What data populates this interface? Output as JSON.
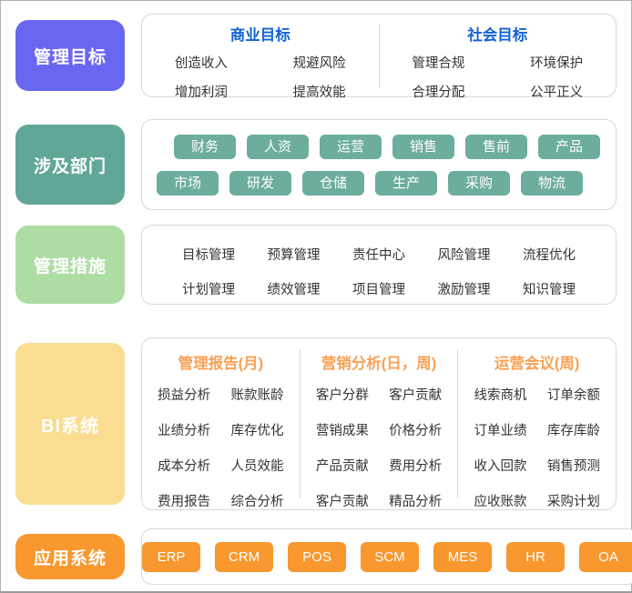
{
  "colors": {
    "goals_label_purple": "#6967f0",
    "goal_title_blue": "#1163d5",
    "departments_teal": "#61a797",
    "dept_tag_teal": "#6cad9d",
    "measures_green": "#aedda4",
    "bi_yellow": "#fbdd92",
    "bi_title_orange": "#f9a156",
    "apps_orange": "#f8982f",
    "body_text": "#333333",
    "panel_border": "#d8d8d8"
  },
  "sections": {
    "goals": {
      "label": "管理目标",
      "business": {
        "title": "商业目标",
        "items": [
          "创造收入",
          "规避风险",
          "增加利润",
          "提高效能"
        ]
      },
      "social": {
        "title": "社会目标",
        "items": [
          "管理合规",
          "环境保护",
          "合理分配",
          "公平正义"
        ]
      }
    },
    "departments": {
      "label": "涉及部门",
      "row1": [
        "财务",
        "人资",
        "运营",
        "销售",
        "售前",
        "产品"
      ],
      "row2": [
        "市场",
        "研发",
        "仓储",
        "生产",
        "采购",
        "物流"
      ]
    },
    "measures": {
      "label": "管理措施",
      "row1": [
        "目标管理",
        "预算管理",
        "责任中心",
        "风险管理",
        "流程优化"
      ],
      "row2": [
        "计划管理",
        "绩效管理",
        "项目管理",
        "激励管理",
        "知识管理"
      ]
    },
    "bi": {
      "label": "BI系统",
      "groups": [
        {
          "title": "管理报告(月)",
          "items": [
            "损益分析",
            "账款账龄",
            "业绩分析",
            "库存优化",
            "成本分析",
            "人员效能",
            "费用报告",
            "综合分析"
          ]
        },
        {
          "title": "营销分析(日，周)",
          "items": [
            "客户分群",
            "客户贡献",
            "营销成果",
            "价格分析",
            "产品贡献",
            "费用分析",
            "客户贡献",
            "精品分析"
          ]
        },
        {
          "title": "运营会议(周)",
          "items": [
            "线索商机",
            "订单余额",
            "订单业绩",
            "库存库龄",
            "收入回款",
            "销售预测",
            "应收账款",
            "采购计划"
          ]
        }
      ]
    },
    "apps": {
      "label": "应用系统",
      "items": [
        "ERP",
        "CRM",
        "POS",
        "SCM",
        "MES",
        "HR",
        "OA"
      ]
    }
  }
}
